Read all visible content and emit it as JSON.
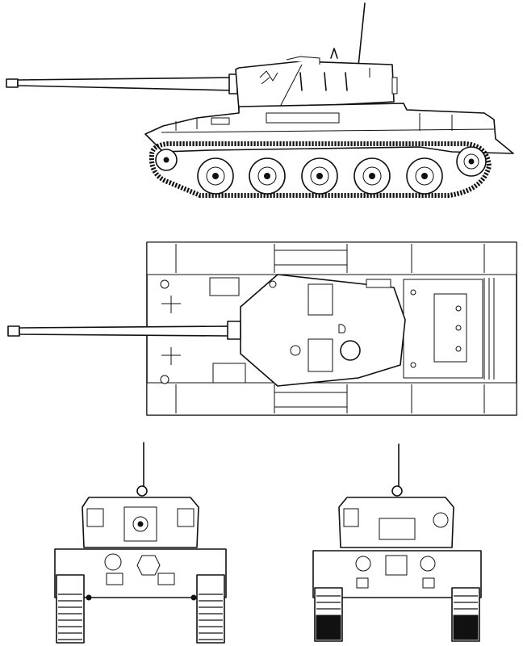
{
  "figure": {
    "views": [
      "side",
      "top",
      "front",
      "rear"
    ],
    "colors": {
      "line": "#111111",
      "paper": "#ffffff"
    },
    "road_wheels_per_side": 5
  }
}
